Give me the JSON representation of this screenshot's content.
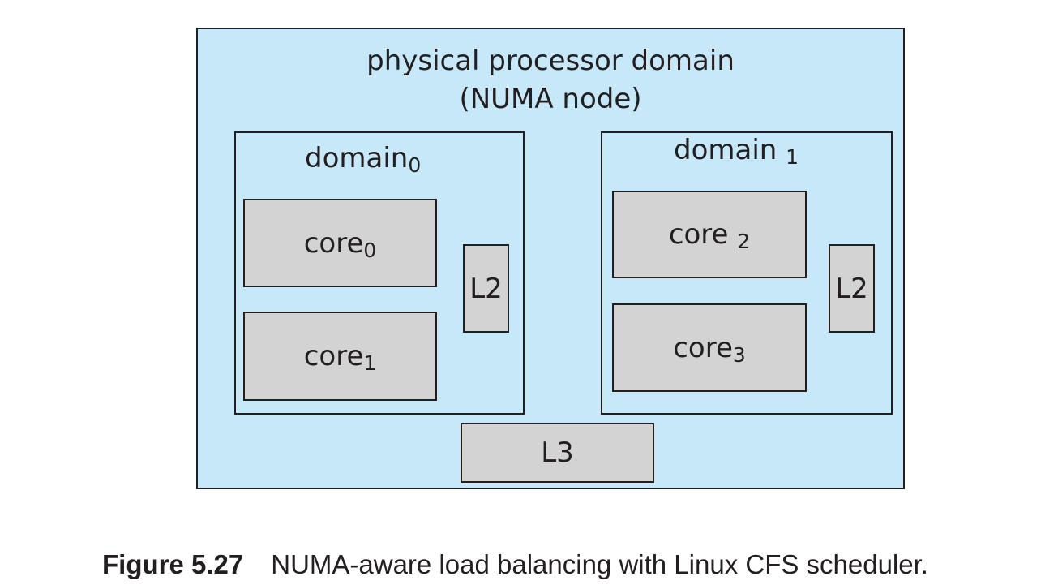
{
  "diagram": {
    "outer": {
      "title_line1": "physical processor domain",
      "title_line2": "(NUMA node)"
    },
    "domain0": {
      "label": "domain",
      "label_sub": "0",
      "cores": [
        {
          "label": "core",
          "sub": "0"
        },
        {
          "label": "core",
          "sub": "1"
        }
      ],
      "cache": "L2"
    },
    "domain1": {
      "label": "domain",
      "label_sub": "1",
      "cores": [
        {
          "label": "core",
          "sub": "2"
        },
        {
          "label": "core",
          "sub": "3"
        }
      ],
      "cache": "L2"
    },
    "shared_cache": "L3",
    "colors": {
      "domain_fill": "#c6e8f8",
      "component_fill": "#d3d3d3",
      "stroke": "#231f20"
    }
  },
  "caption": {
    "figure_number": "Figure 5.27",
    "text": "NUMA-aware load balancing with Linux CFS scheduler."
  }
}
